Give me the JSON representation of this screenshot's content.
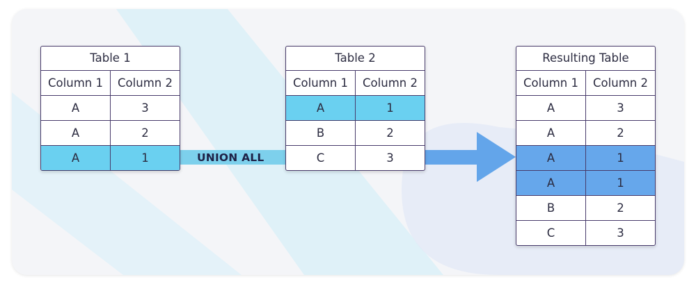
{
  "operation_label": "UNION ALL",
  "tables": [
    {
      "title": "Table 1",
      "columns": [
        "Column 1",
        "Column 2"
      ],
      "rows": [
        [
          "A",
          "3"
        ],
        [
          "A",
          "2"
        ],
        [
          "A",
          "1"
        ]
      ]
    },
    {
      "title": "Table 2",
      "columns": [
        "Column 1",
        "Column 2"
      ],
      "rows": [
        [
          "A",
          "1"
        ],
        [
          "B",
          "2"
        ],
        [
          "C",
          "3"
        ]
      ]
    },
    {
      "title": "Resulting Table",
      "columns": [
        "Column 1",
        "Column 2"
      ],
      "rows": [
        [
          "A",
          "3"
        ],
        [
          "A",
          "2"
        ],
        [
          "A",
          "1"
        ],
        [
          "A",
          "1"
        ],
        [
          "B",
          "2"
        ],
        [
          "C",
          "3"
        ]
      ]
    }
  ],
  "colors": {
    "border": "#473a6a",
    "highlight_input": "#6ad0f0",
    "highlight_result": "#66a7eb",
    "arrow": "#63a5ea",
    "band": "#7dd0ec",
    "text": "#2b2b40"
  }
}
